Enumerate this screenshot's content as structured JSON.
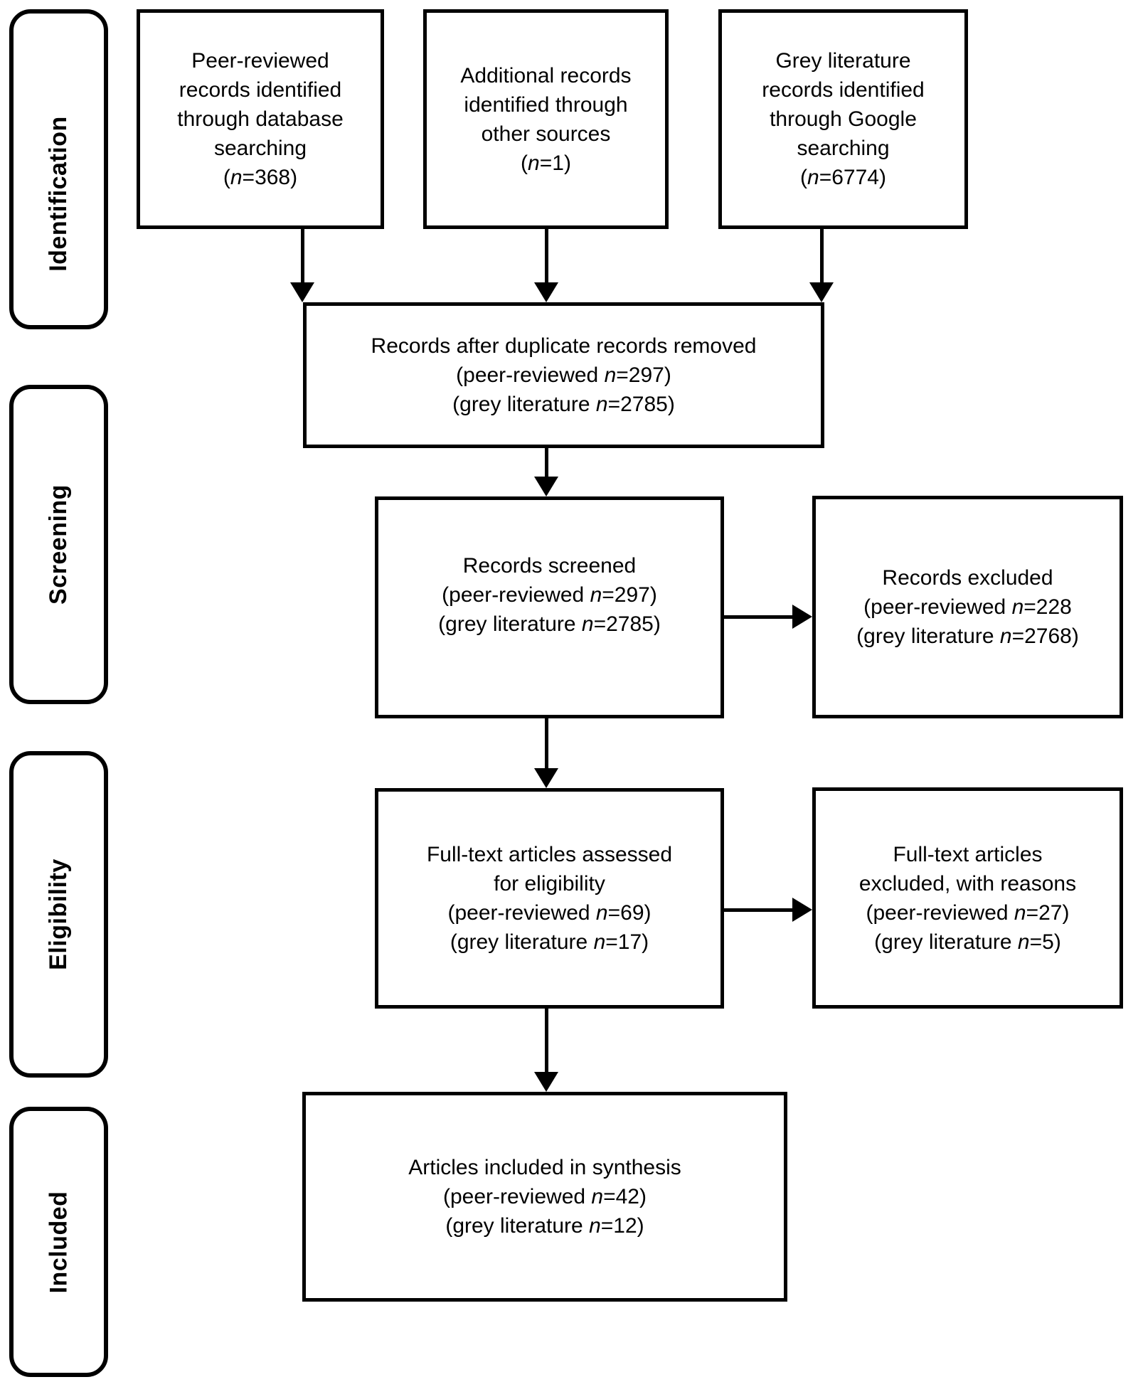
{
  "colors": {
    "ink": "#000000",
    "background": "#ffffff"
  },
  "sidebar": {
    "stages": [
      {
        "label": "Identification"
      },
      {
        "label": "Screening"
      },
      {
        "label": "Eligibility"
      },
      {
        "label": "Included"
      }
    ]
  },
  "flow": {
    "identification": {
      "peer_reviewed": {
        "lines": [
          "Peer-reviewed",
          "records identified",
          "through database",
          "searching",
          "(n=368)"
        ]
      },
      "other_sources": {
        "lines": [
          "Additional records",
          "identified through",
          "other sources",
          "(n=1)"
        ]
      },
      "grey_literature": {
        "lines": [
          "Grey literature",
          "records identified",
          "through Google",
          "searching",
          "(n=6774)"
        ]
      },
      "deduplicated": {
        "lines": [
          "Records after duplicate records removed",
          "(peer-reviewed n=297)",
          "(grey literature n=2785)"
        ]
      }
    },
    "screening": {
      "screened": {
        "lines": [
          "Records screened",
          "(peer-reviewed n=297)",
          "(grey literature n=2785)"
        ]
      },
      "excluded": {
        "lines": [
          "Records excluded",
          "(peer-reviewed n=228",
          "(grey literature n=2768)"
        ]
      }
    },
    "eligibility": {
      "assessed": {
        "lines": [
          "Full-text articles assessed",
          "for eligibility",
          "(peer-reviewed n=69)",
          "(grey literature n=17)"
        ]
      },
      "excluded": {
        "lines": [
          "Full-text articles",
          "excluded, with reasons",
          "(peer-reviewed n=27)",
          "(grey literature n=5)"
        ]
      }
    },
    "included": {
      "synthesis": {
        "lines": [
          "Articles included in synthesis",
          "(peer-reviewed n=42)",
          "(grey literature n=12)"
        ]
      }
    }
  }
}
